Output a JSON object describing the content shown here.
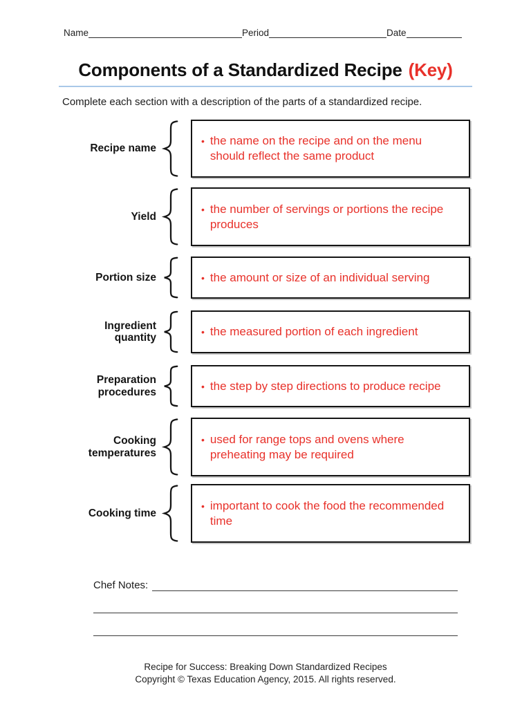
{
  "header": {
    "name_label": "Name",
    "period_label": "Period",
    "date_label": "Date"
  },
  "title": {
    "main": "Components of a Standardized Recipe",
    "key": "(Key)"
  },
  "instruction": "Complete each section with a description of the parts of a standardized recipe.",
  "bullet": "•",
  "components": [
    {
      "label": "Recipe name",
      "description": "the name on the recipe and on the menu should reflect the same product"
    },
    {
      "label": "Yield",
      "description": "the number of servings or portions the recipe produces"
    },
    {
      "label": "Portion size",
      "description": "the amount or size of an individual serving"
    },
    {
      "label": "Ingredient quantity",
      "description": "the measured portion of each ingredient"
    },
    {
      "label": "Preparation procedures",
      "description": "the step by step directions to produce recipe"
    },
    {
      "label": "Cooking temperatures",
      "description": "used for range tops and ovens where preheating may be required"
    },
    {
      "label": "Cooking time",
      "description": "important to cook the food the recommended time"
    }
  ],
  "chef_notes_label": "Chef Notes:",
  "footer": {
    "line1": "Recipe for Success: Breaking Down Standardized Recipes",
    "line2": "Copyright © Texas Education Agency, 2015. All rights reserved."
  },
  "colors": {
    "accent_red": "#e8312a",
    "underline_blue": "#a9c8e8"
  }
}
